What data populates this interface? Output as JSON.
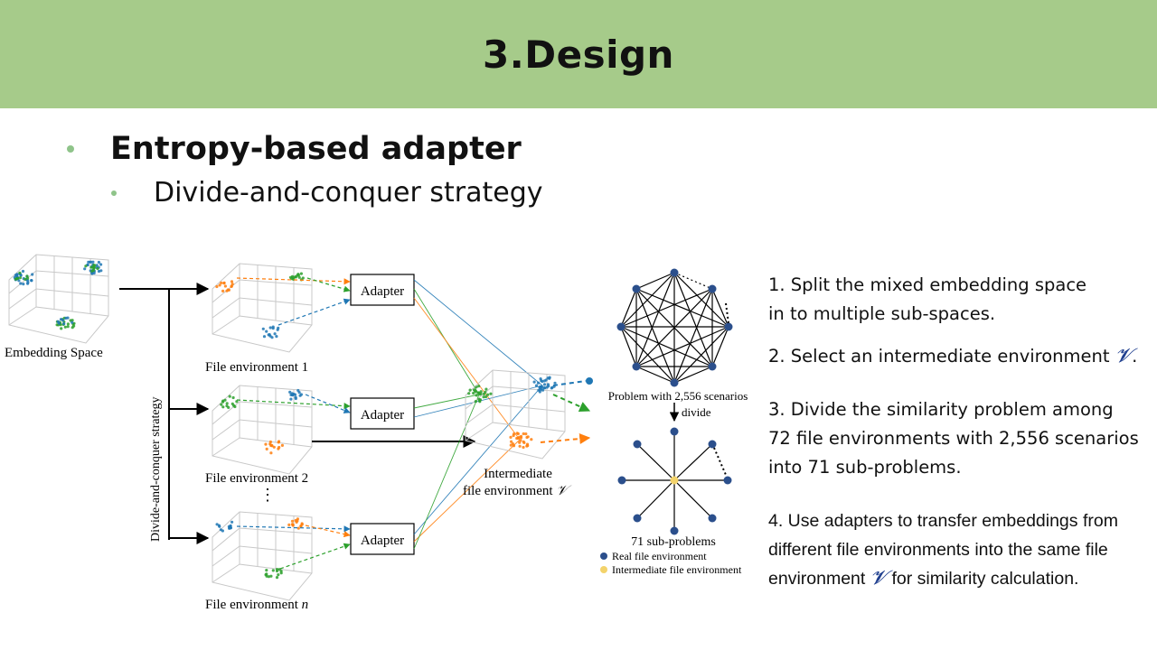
{
  "header": {
    "title": "3.Design"
  },
  "bullets": {
    "level1": "Entropy-based adapter",
    "level2": "Divide-and-conquer strategy"
  },
  "diagram": {
    "embedding_space_label": "Embedding Space",
    "strategy_label": "Divide-and-conquer strategy",
    "env1_label": "File environment 1",
    "env2_label": "File environment 2",
    "envn_label": "File environment ",
    "envn_var": "n",
    "ellipsis": "⋮",
    "adapter_label": "Adapter",
    "intermediate_line1": "Intermediate",
    "intermediate_line2": "file environment ",
    "intermediate_var": "𝒱",
    "problem_label": "Problem with 2,556 scenarios",
    "divide_label": "divide",
    "subproblems_label": "71 sub-problems",
    "legend_real": "Real file environment",
    "legend_intermediate": "Intermediate file environment",
    "colors": {
      "blue": "#1f77b4",
      "orange": "#ff7f0e",
      "green": "#2ca02c",
      "node": "#2b4f8c",
      "center_node": "#f3d36b"
    }
  },
  "steps": {
    "s1_line1": "1. Split the mixed embedding space",
    "s1_line2": "in to multiple sub-spaces.",
    "s2_text": "2. Select an intermediate environment ",
    "s2_var": "𝓥",
    "s2_end": ".",
    "s3_line1": "3. Divide the similarity problem among",
    "s3_line2": "72 file environments with 2,556 scenarios",
    "s3_line3": "into 71 sub-problems.",
    "s4_line1": "4. Use adapters to transfer embeddings from",
    "s4_line2": "different file environments into the same file",
    "s4_line3_a": "environment ",
    "s4_var": "𝓥",
    "s4_line3_b": " for similarity calculation."
  }
}
